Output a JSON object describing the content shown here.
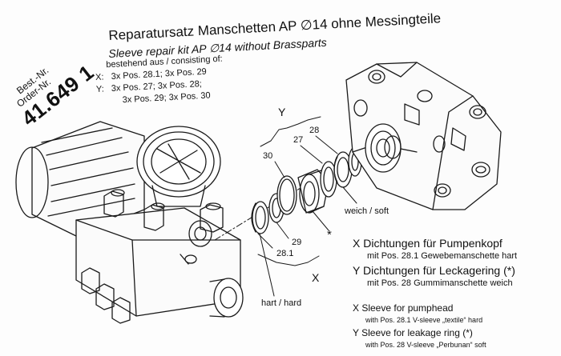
{
  "order": {
    "best_nr_label": "Best.-Nr.",
    "order_nr_label": "Order-Nr.",
    "number": "41.649 1"
  },
  "heading": {
    "title_de": "Reparatursatz Manschetten AP ∅14 ohne Messingteile",
    "title_en": "Sleeve repair kit AP ∅14 without Brassparts"
  },
  "kit": {
    "intro": "bestehend aus / consisting of:",
    "x_line": "X:   3x Pos. 28.1; 3x Pos. 29",
    "y_line1": "Y:   3x Pos. 27; 3x Pos. 28;",
    "y_line2": "3x Pos. 29; 3x Pos. 30"
  },
  "diagram": {
    "labels": {
      "y_group": "Y",
      "x_group": "X",
      "p30": "30",
      "p27": "27",
      "p28": "28",
      "p29": "29",
      "p28_1": "28.1",
      "star": "*",
      "soft": "weich / soft",
      "hard": "hart / hard"
    }
  },
  "legend": {
    "x_de": "X Dichtungen für Pumpenkopf",
    "x_de_sub": "mit Pos. 28.1 Gewebemanschette hart",
    "y_de": "Y Dichtungen für Leckagering (*)",
    "y_de_sub": "mit Pos. 28 Gummimanschette weich",
    "x_en": "X Sleeve for pumphead",
    "x_en_sub": "with Pos. 28.1 V-sleeve „textile“ hard",
    "y_en": "Y Sleeve for leakage ring (*)",
    "y_en_sub": "with Pos. 28 V-sleeve „Perbunan“ soft"
  }
}
